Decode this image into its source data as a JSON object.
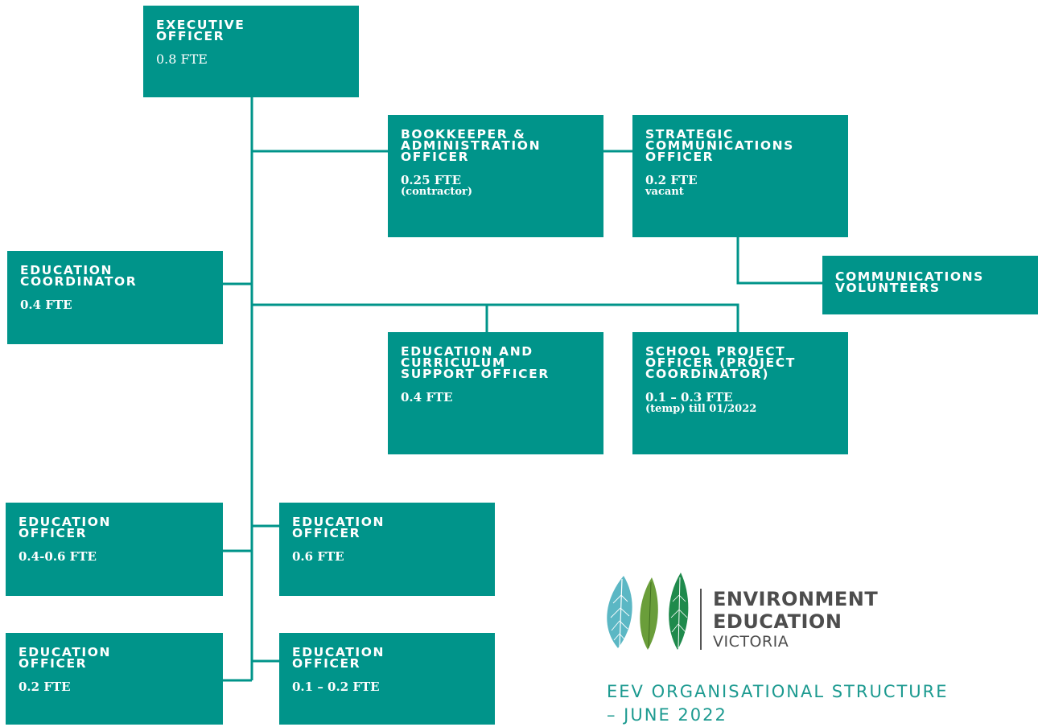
{
  "org_chart": {
    "executive_officer": {
      "title": "EXECUTIVE\nOFFICER",
      "fte": "0.8 FTE"
    },
    "bookkeeper": {
      "title": "BOOKKEEPER &\nADMINISTRATION\nOFFICER",
      "fte": "0.25 FTE",
      "note": "(contractor)"
    },
    "strategic_comms": {
      "title": "STRATEGIC\nCOMMUNICATIONS\nOFFICER",
      "fte": "0.2 FTE",
      "note": "vacant"
    },
    "comms_volunteers": {
      "title": "COMMUNICATIONS\nVOLUNTEERS"
    },
    "education_coordinator": {
      "title": "EDUCATION\nCOORDINATOR",
      "fte": "0.4 FTE"
    },
    "curriculum_support": {
      "title": "EDUCATION AND\nCURRICULUM\nSUPPORT OFFICER",
      "fte": "0.4 FTE"
    },
    "school_project": {
      "title": "SCHOOL PROJECT\nOFFICER (PROJECT\nCOORDINATOR)",
      "fte": "0.1 – 0.3 FTE",
      "note": "(temp) till 01/2022"
    },
    "edu_officer_1": {
      "title": "EDUCATION\nOFFICER",
      "fte": "0.4-0.6 FTE"
    },
    "edu_officer_2": {
      "title": "EDUCATION\nOFFICER",
      "fte": "0.6 FTE"
    },
    "edu_officer_3": {
      "title": "EDUCATION\nOFFICER",
      "fte": "0.2 FTE"
    },
    "edu_officer_4": {
      "title": "EDUCATION\nOFFICER",
      "fte": "0.1 – 0.2 FTE"
    }
  },
  "logo": {
    "line1": "ENVIRONMENT",
    "line2": "EDUCATION",
    "line3": "VICTORIA"
  },
  "caption": "EEV ORGANISATIONAL STRUCTURE\n– JUNE 2022",
  "colors": {
    "box": "#00948a",
    "connector": "#00948a",
    "caption": "#1c9a90",
    "leaf_blue": "#5bb7c4",
    "leaf_green": "#6a9e3a",
    "leaf_dark_green": "#1f8a4c"
  }
}
